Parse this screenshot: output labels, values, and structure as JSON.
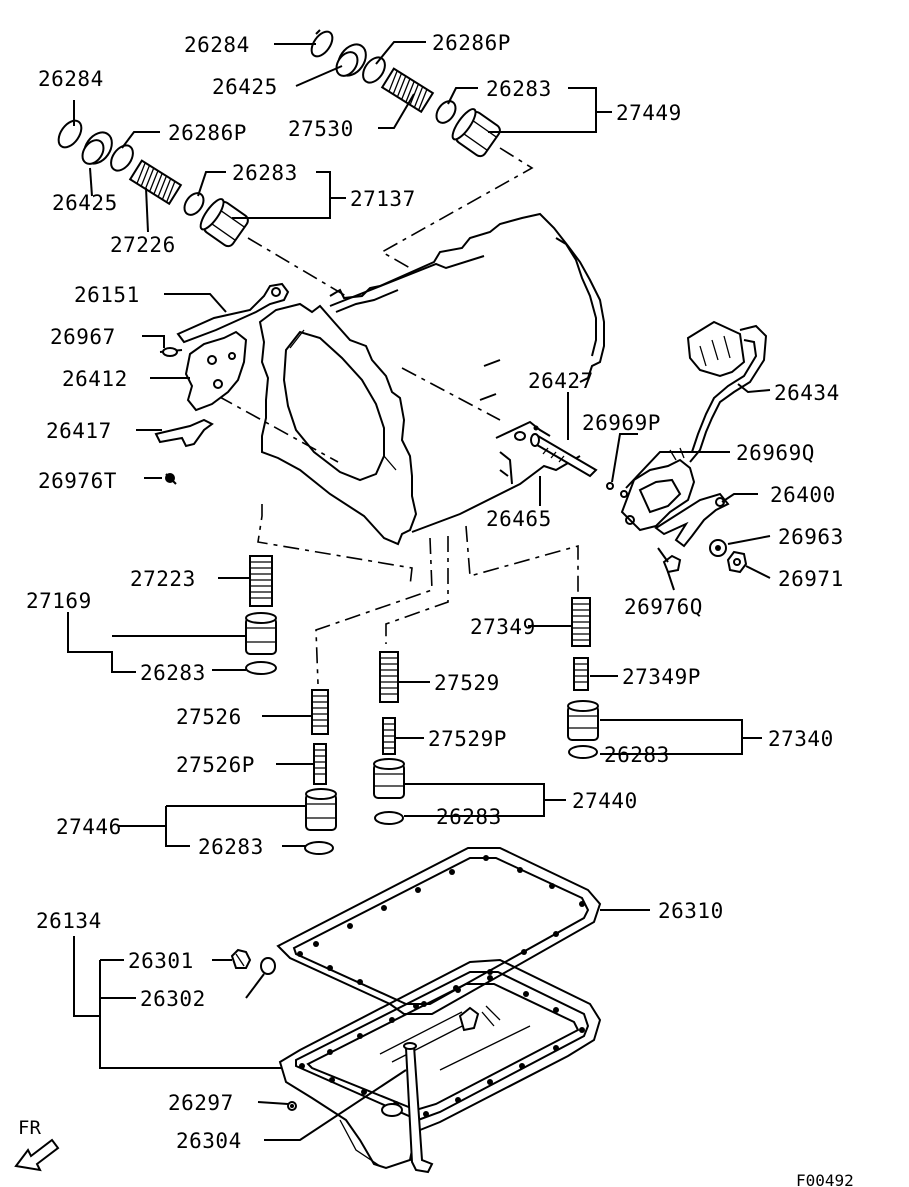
{
  "diagram": {
    "part_labels": {
      "p26284_a": "26284",
      "p26286P_a": "26286P",
      "p26425_a": "26425",
      "p26283_a": "26283",
      "p27530": "27530",
      "p27449": "27449",
      "p26284_b": "26284",
      "p26286P_b": "26286P",
      "p26425_b": "26425",
      "p26283_b": "26283",
      "p27137": "27137",
      "p27226": "27226",
      "p26151": "26151",
      "p26967": "26967",
      "p26412": "26412",
      "p26417": "26417",
      "p26976T": "26976T",
      "p26427": "26427",
      "p26434": "26434",
      "p26969P": "26969P",
      "p26969Q": "26969Q",
      "p26400": "26400",
      "p26465": "26465",
      "p26963": "26963",
      "p26971": "26971",
      "p26976Q": "26976Q",
      "p27223": "27223",
      "p27169": "27169",
      "p26283_c": "26283",
      "p27349": "27349",
      "p27349P": "27349P",
      "p27529": "27529",
      "p27529P": "27529P",
      "p27526": "27526",
      "p27526P": "27526P",
      "p27340": "27340",
      "p26283_d": "26283",
      "p27440": "27440",
      "p26283_e": "26283",
      "p27446": "27446",
      "p26283_f": "26283",
      "p26310": "26310",
      "p26134": "26134",
      "p26301": "26301",
      "p26302": "26302",
      "p26297": "26297",
      "p26304": "26304"
    },
    "direction_label": "FR",
    "figure_code": "F00492"
  }
}
